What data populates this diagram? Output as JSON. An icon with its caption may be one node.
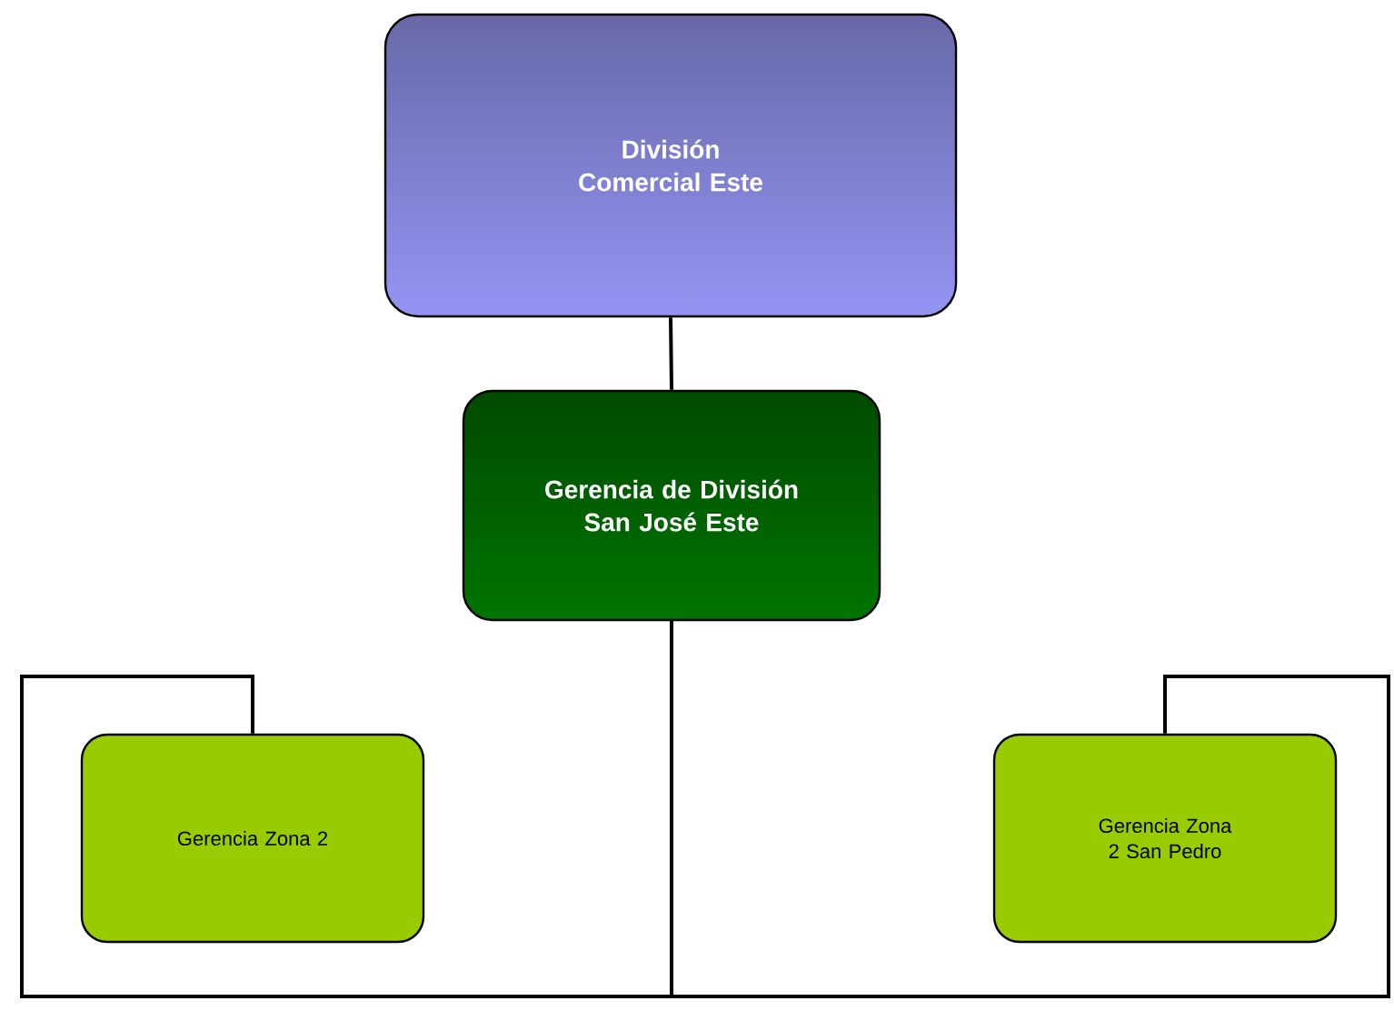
{
  "diagram": {
    "nodes": [
      {
        "text": [
          "División Comercial Este"
        ]
      },
      {
        "text": [
          "Gerencia de División San José Este"
        ]
      },
      {
        "text": [
          "Gerencia Zona 2"
        ]
      },
      {
        "text": [
          "Gerencia Zona 2 San Pedro"
        ]
      }
    ],
    "edges": [
      {
        "from": 0,
        "to": 1,
        "arrow": "none"
      },
      {
        "from": 1,
        "to": 2,
        "arrow": "none"
      },
      {
        "from": 1,
        "to": 3,
        "arrow": "none"
      }
    ]
  }
}
